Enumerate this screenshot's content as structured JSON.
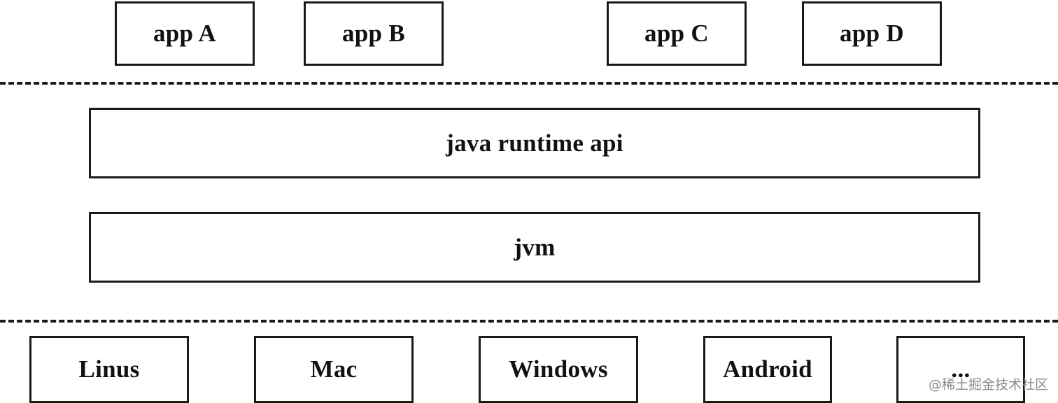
{
  "apps": [
    {
      "label": "app A"
    },
    {
      "label": "app B"
    },
    {
      "label": "app C"
    },
    {
      "label": "app D"
    }
  ],
  "runtime_api": {
    "label": "java runtime api"
  },
  "jvm": {
    "label": "jvm"
  },
  "platforms": [
    {
      "label": "Linus"
    },
    {
      "label": "Mac"
    },
    {
      "label": "Windows"
    },
    {
      "label": "Android"
    },
    {
      "label": "..."
    }
  ],
  "watermark": "@稀土掘金技术社区"
}
